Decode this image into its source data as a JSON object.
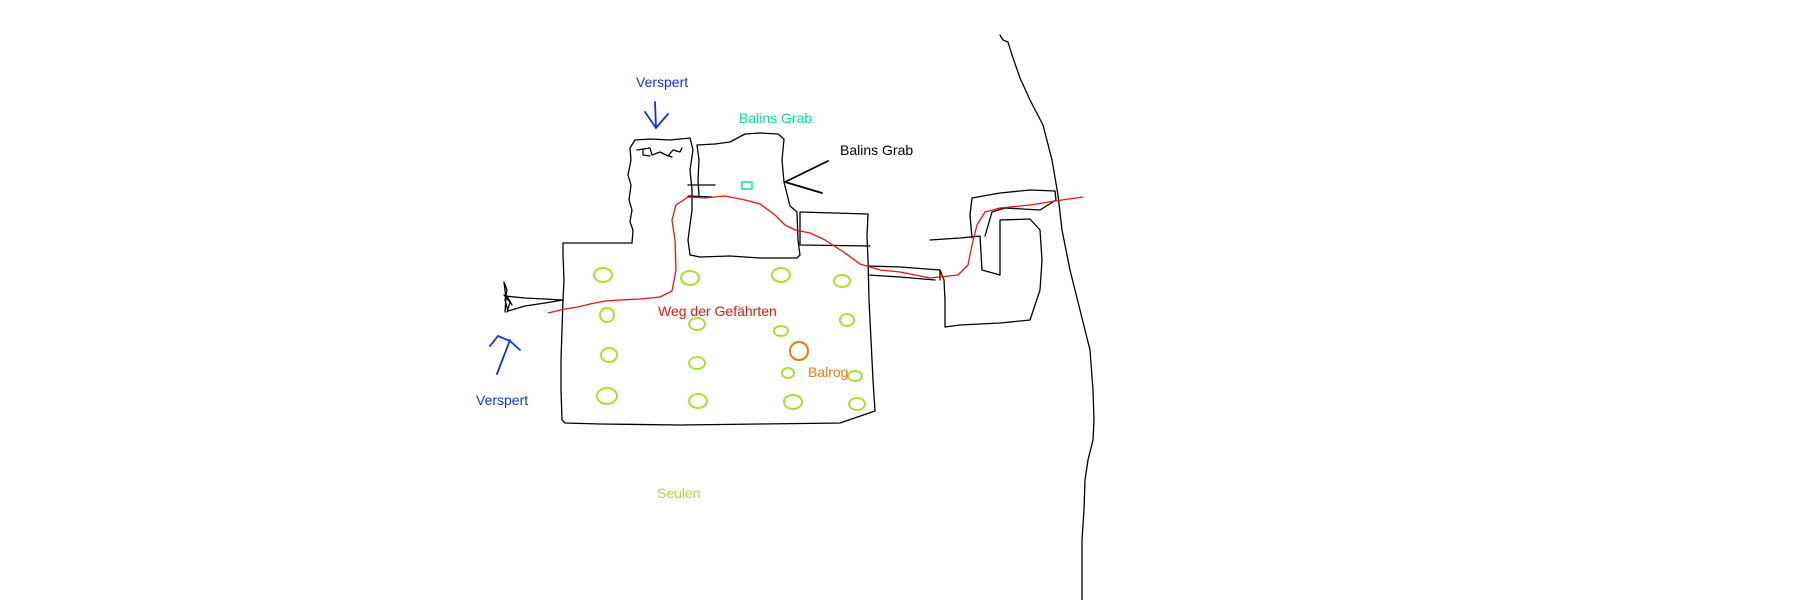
{
  "labels": {
    "blocked_top": "Verspert",
    "blocked_left": "Verspert",
    "balins_grab_green": "Balins Grab",
    "balins_grab_black": "Balins Grab",
    "path_label": "Weg der Gefährten",
    "balrog": "Balrog",
    "pillars": "Seulen"
  },
  "colors": {
    "walls": "#000000",
    "path": "#ee1111",
    "blocked": "#1133dd",
    "tomb": "#00e0a0",
    "pillars": "#a6e22e",
    "balrog": "#ee7711"
  }
}
